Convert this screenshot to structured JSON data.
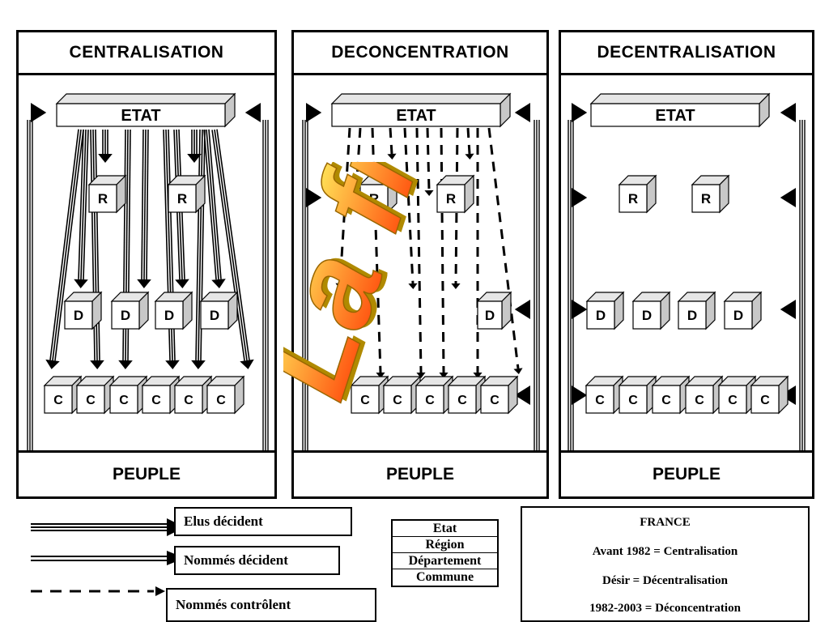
{
  "columns": [
    {
      "title": "CENTRALISATION",
      "top_label": "ETAT",
      "bottom_label": "PEUPLE"
    },
    {
      "title": "DECONCENTRATION",
      "top_label": "ETAT",
      "bottom_label": "PEUPLE"
    },
    {
      "title": "DECENTRALISATION",
      "top_label": "ETAT",
      "bottom_label": "PEUPLE"
    }
  ],
  "node_letters": {
    "region": "R",
    "departement": "D",
    "commune": "C"
  },
  "legend": {
    "elected": "Elus décident",
    "appointed_decide": "Nommés décident",
    "appointed_control": "Nommés contrôlent"
  },
  "levels": [
    "Etat",
    "Région",
    "Département",
    "Commune"
  ],
  "france": {
    "title": "FRANCE",
    "lines": [
      "Avant 1982 = Centralisation",
      "Désir = Décentralisation",
      "1982-2003 = Déconcentration"
    ]
  },
  "watermark": "La fiche",
  "colors": {
    "box_face": "#ffffff",
    "box_side": "#c8c8c8",
    "box_top": "#e6e6e6",
    "watermark_top": "#ffff66",
    "watermark_bottom": "#ff3300"
  }
}
